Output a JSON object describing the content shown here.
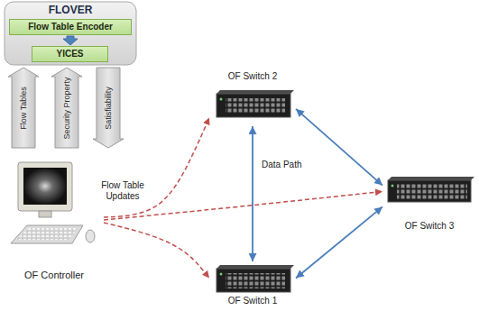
{
  "diagram": {
    "nodes": [
      {
        "text": [
          "FLOVER"
        ]
      },
      {
        "text": [
          "Flow Table Encoder"
        ],
        "in": 0
      },
      {
        "text": [
          "YICES"
        ],
        "in": 0
      },
      {
        "text": [
          "OF Controller"
        ]
      },
      {
        "text": [
          "OF Switch 2"
        ]
      },
      {
        "text": [
          "OF Switch 3"
        ]
      },
      {
        "text": [
          "OF Switch 1"
        ]
      }
    ],
    "edges": [
      {
        "from": 1,
        "to": 2,
        "arrow": "to"
      },
      {
        "from": 3,
        "to": 0,
        "label": "Flow Tables",
        "arrow": "to"
      },
      {
        "from": 3,
        "to": 0,
        "label": "Security Property",
        "arrow": "to"
      },
      {
        "from": 0,
        "to": 3,
        "label": "Satisfiability",
        "arrow": "to"
      },
      {
        "from": 4,
        "to": 6,
        "label": "Data Path",
        "arrow": "both"
      },
      {
        "from": 4,
        "to": 5,
        "arrow": "both"
      },
      {
        "from": 6,
        "to": 5,
        "arrow": "both"
      },
      {
        "from": 3,
        "to": 4,
        "label": "Flow Table Updates",
        "arrow": "to"
      },
      {
        "from": 3,
        "to": 5,
        "arrow": "to"
      },
      {
        "from": 3,
        "to": 6,
        "arrow": "to"
      }
    ]
  }
}
